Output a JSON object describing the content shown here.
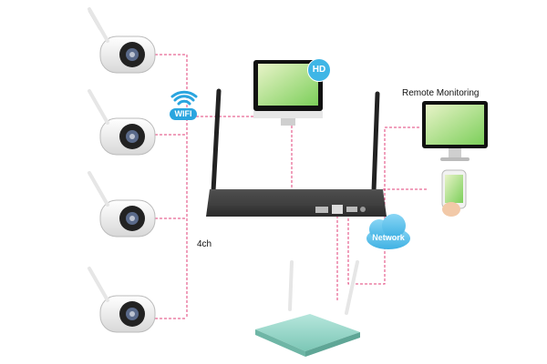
{
  "labels": {
    "remote_monitoring": "Remote Monitoring",
    "channels": "4ch",
    "wifi": "WIFI",
    "hd": "HD",
    "network": "Network"
  },
  "icons": [
    "camera-icon",
    "wifi-icon",
    "monitor-icon",
    "nvr-icon",
    "router-icon",
    "phone-icon",
    "cloud-icon"
  ],
  "colors": {
    "link_line": "#e0407a",
    "wifi_badge": "#2aa5df",
    "hd_badge": "#3fb6e6",
    "cloud": "#5ec4ee",
    "nvr_body": "#2b2b2b",
    "router_body": "#8fd3c4"
  },
  "nodes": [
    {
      "id": "camera-1",
      "kind": "camera"
    },
    {
      "id": "camera-2",
      "kind": "camera"
    },
    {
      "id": "camera-3",
      "kind": "camera"
    },
    {
      "id": "camera-4",
      "kind": "camera"
    },
    {
      "id": "hd-monitor",
      "kind": "monitor"
    },
    {
      "id": "nvr",
      "kind": "recorder"
    },
    {
      "id": "router",
      "kind": "router"
    },
    {
      "id": "remote-monitor",
      "kind": "monitor"
    },
    {
      "id": "smartphone",
      "kind": "phone"
    },
    {
      "id": "cloud",
      "kind": "network"
    }
  ],
  "links": [
    {
      "from": "camera-1",
      "to": "nvr",
      "type": "wifi"
    },
    {
      "from": "camera-2",
      "to": "nvr",
      "type": "wifi"
    },
    {
      "from": "camera-3",
      "to": "nvr",
      "type": "wifi"
    },
    {
      "from": "camera-4",
      "to": "nvr",
      "type": "wifi"
    },
    {
      "from": "nvr",
      "to": "hd-monitor",
      "type": "wired"
    },
    {
      "from": "nvr",
      "to": "router",
      "type": "wired"
    },
    {
      "from": "router",
      "to": "cloud",
      "type": "wired"
    },
    {
      "from": "cloud",
      "to": "remote-monitor",
      "type": "internet"
    },
    {
      "from": "cloud",
      "to": "smartphone",
      "type": "internet"
    }
  ]
}
